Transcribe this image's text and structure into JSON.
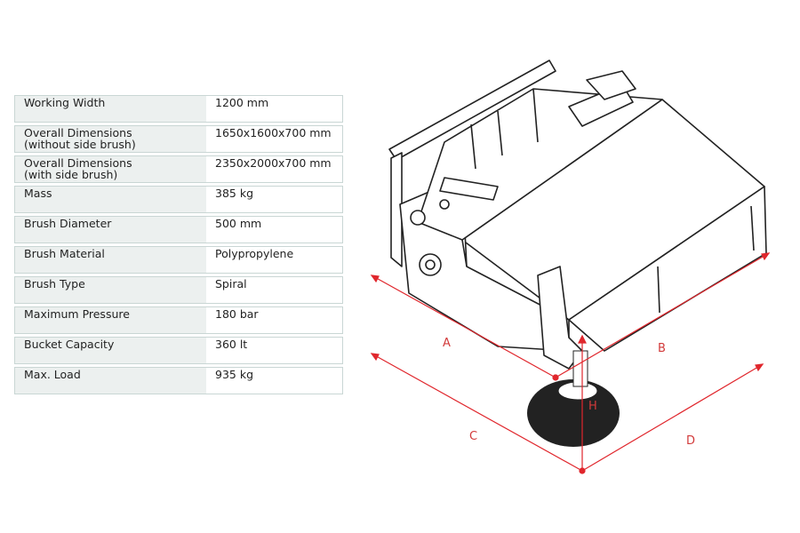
{
  "specs": [
    {
      "label": "Working Width",
      "value": "1200 mm"
    },
    {
      "label": "Overall Dimensions\n(without side brush)",
      "value": "1650x1600x700 mm"
    },
    {
      "label": "Overall Dimensions\n(with side brush)",
      "value": "2350x2000x700 mm"
    },
    {
      "label": "Mass",
      "value": "385 kg"
    },
    {
      "label": "Brush Diameter",
      "value": "500 mm"
    },
    {
      "label": "Brush Material",
      "value": "Polypropylene"
    },
    {
      "label": "Brush Type",
      "value": "Spiral"
    },
    {
      "label": "Maximum Pressure",
      "value": "180 bar"
    },
    {
      "label": "Bucket Capacity",
      "value": "360 lt"
    },
    {
      "label": "Max. Load",
      "value": "935 kg"
    }
  ],
  "diagram": {
    "labels": {
      "a": "A",
      "b": "B",
      "c": "C",
      "d": "D",
      "h": "H"
    },
    "dimension_color": "#e0262c"
  }
}
